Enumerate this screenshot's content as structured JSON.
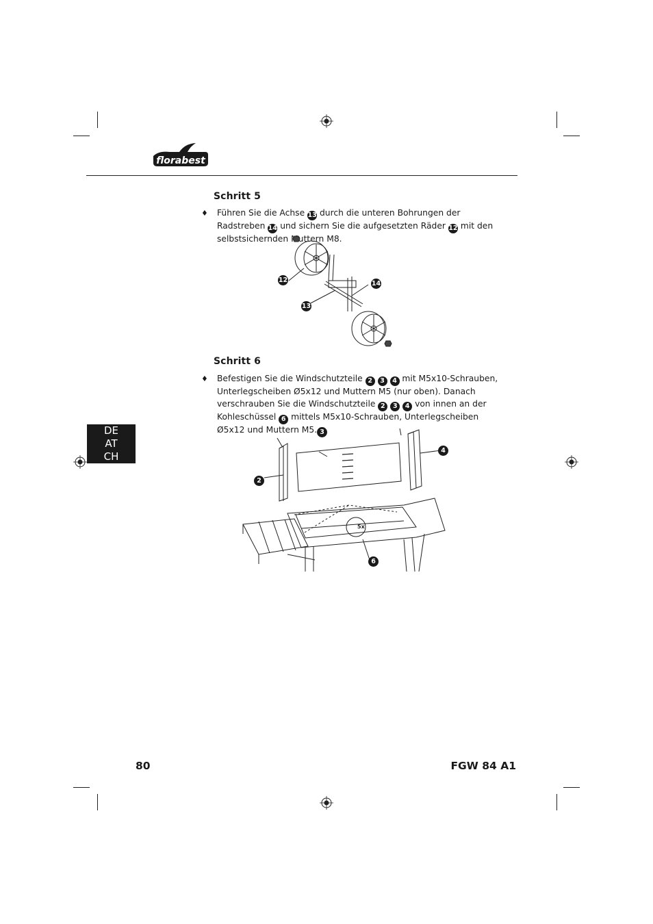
{
  "header": {
    "brand": "florabest",
    "brand_color": "#1a1a1a"
  },
  "language_tab": {
    "lines": [
      "DE",
      "AT",
      "CH"
    ]
  },
  "step5": {
    "title": "Schritt 5",
    "bullet": "♦",
    "text_parts": [
      "Führen Sie die Achse",
      "durch die unteren Bohrungen der Radstreben",
      "und sichern Sie die aufgesetzten Räder",
      "mit den selbstsichernden Muttern M8."
    ],
    "refs": [
      "13",
      "14",
      "12"
    ],
    "figure_labels": [
      "12",
      "14",
      "13"
    ]
  },
  "step6": {
    "title": "Schritt 6",
    "bullet": "♦",
    "text_parts": [
      "Befestigen Sie die Windschutzteile",
      "mit M5x10-Schrauben, Unter­legscheiben Ø5x12 und Muttern M5 (nur oben). Danach verschrauben Sie die Windschutzteile",
      "von innen an der Kohleschüssel",
      "mittels M5x10-Schrauben, Unterlegscheiben Ø5x12 und Muttern M5."
    ],
    "refs": [
      "2",
      "3",
      "4",
      "6"
    ],
    "figure_labels": [
      "3",
      "4",
      "2",
      "6"
    ],
    "callout": "5x"
  },
  "footer": {
    "page_number": "80",
    "model": "FGW 84 A1"
  }
}
